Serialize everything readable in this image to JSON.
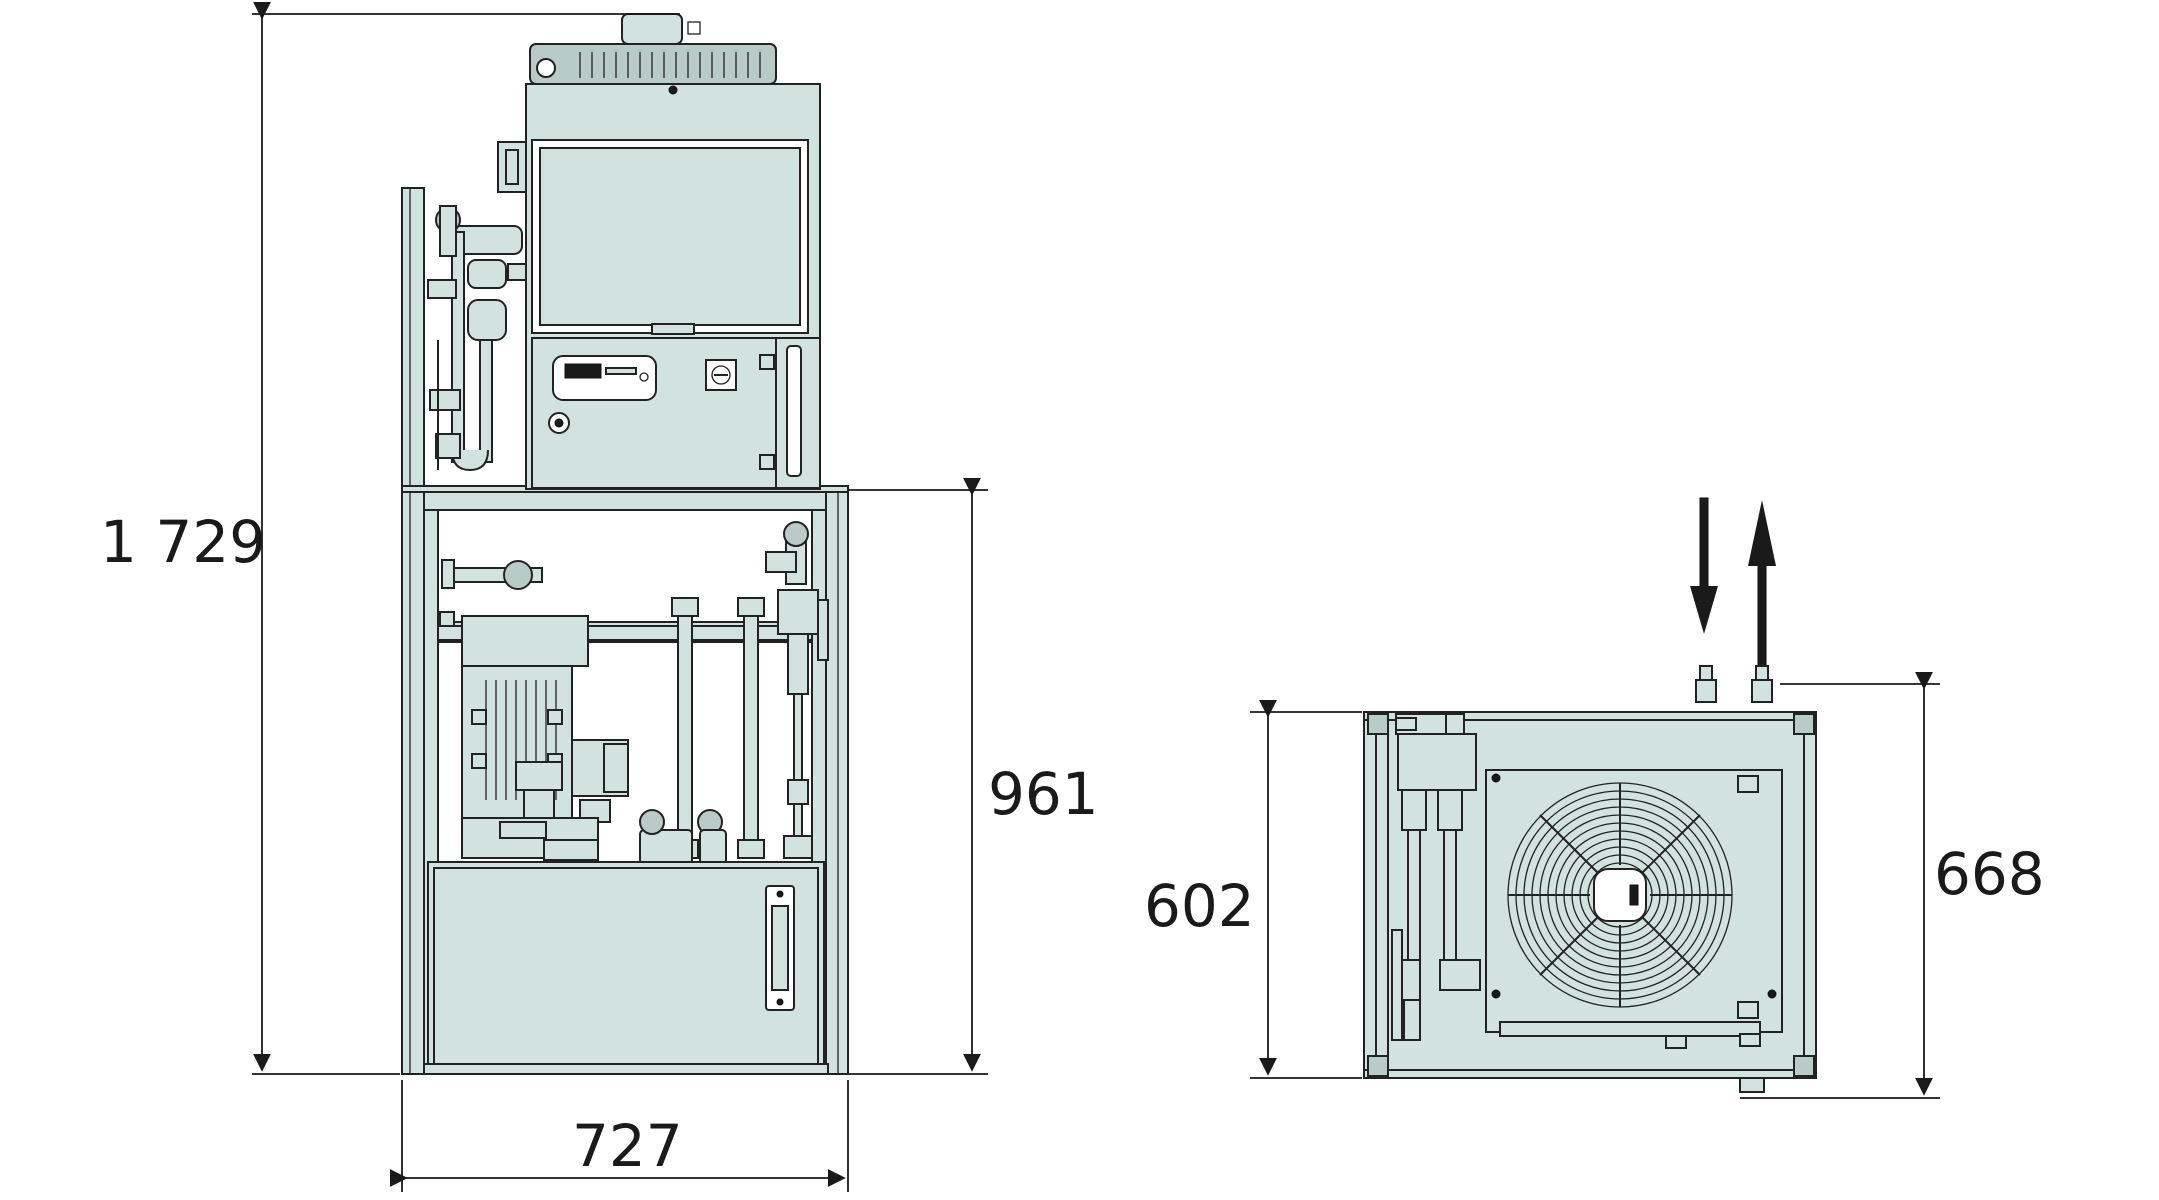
{
  "dimensions": {
    "total_height": "1 729",
    "lower_height": "961",
    "width_front": "727",
    "side_depth": "602",
    "side_height": "668"
  },
  "colors": {
    "body": "#d2e2de",
    "line": "#222222",
    "background": "#ffffff"
  }
}
